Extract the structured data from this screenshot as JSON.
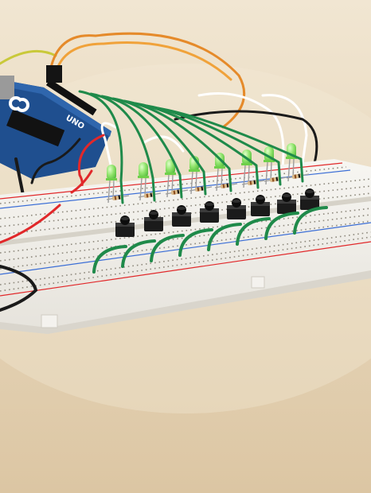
{
  "board": {
    "brand": "UNO",
    "logo": "arduino-logo"
  },
  "components": {
    "led_count": 8,
    "button_count": 8,
    "resistor_count": 8,
    "jumper_count": 8
  },
  "colors": {
    "table": "#e9dcc4",
    "breadboard": "#f3f1ec",
    "arduino": "#1f4f8f",
    "led": "#8fe36a",
    "wire_green": "#1f8a4a",
    "wire_orange": "#e58a2a",
    "wire_red": "#e1282a"
  }
}
